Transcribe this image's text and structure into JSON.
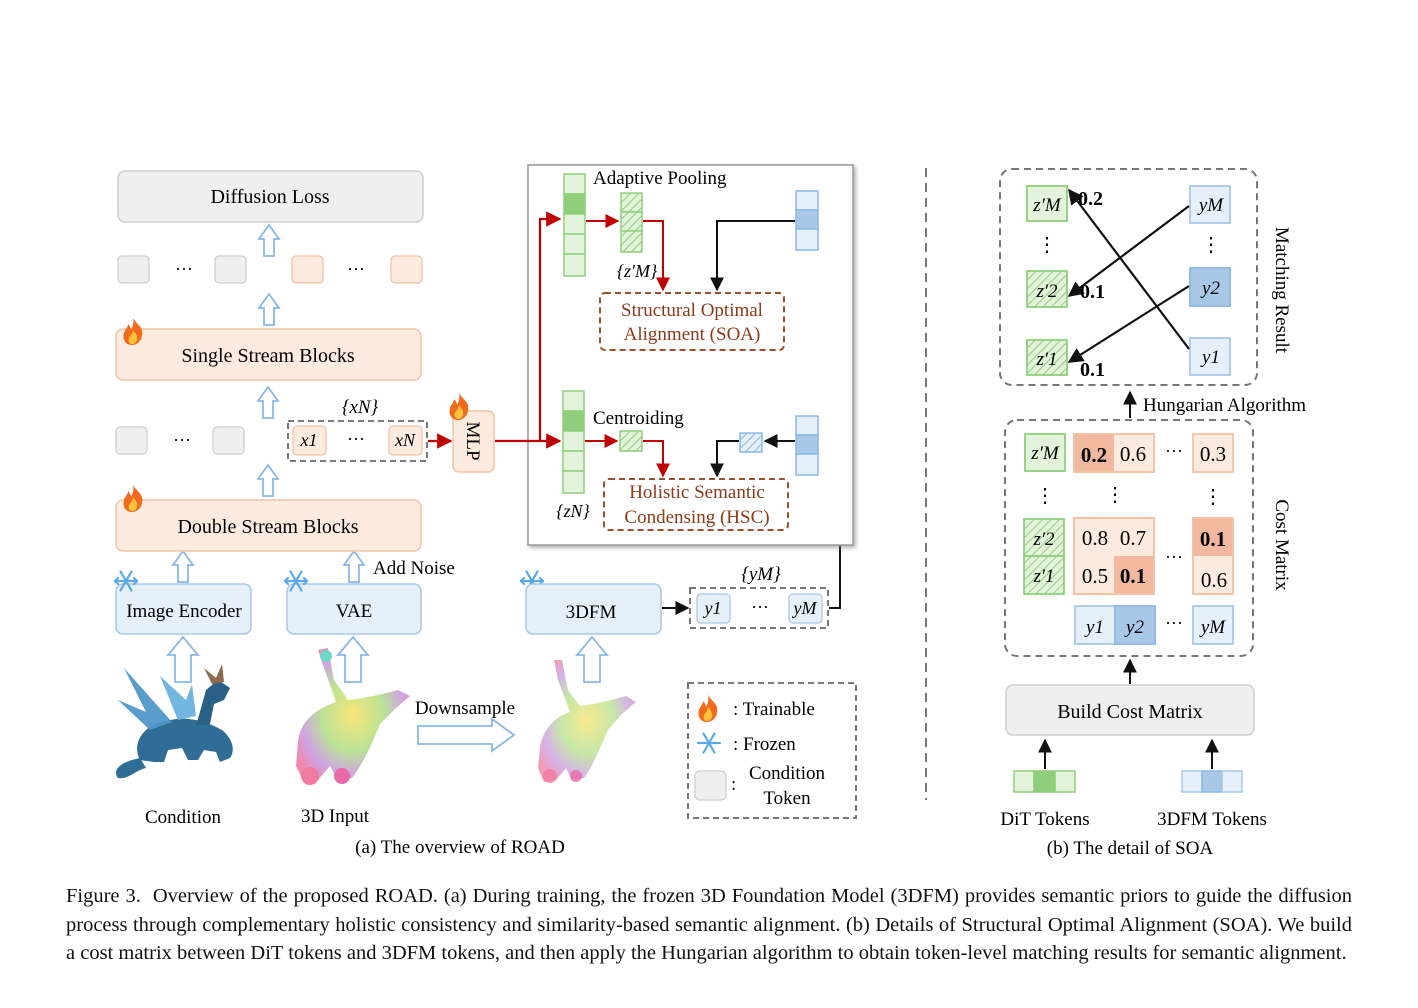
{
  "panel_a": {
    "caption": "(a) The overview of ROAD",
    "diffusion_loss": "Diffusion Loss",
    "single_stream": "Single Stream Blocks",
    "double_stream": "Double Stream Blocks",
    "image_encoder": "Image Encoder",
    "vae": "VAE",
    "add_noise": "Add Noise",
    "mlp": "MLP",
    "xn_set": "{xN}",
    "x1": "x1",
    "xN": "xN",
    "ellipsis": "···",
    "tdfm": "3DFM",
    "ym_set": "{yM}",
    "y1": "y1",
    "yM": "yM",
    "condition": "Condition",
    "input_3d": "3D Input",
    "downsample": "Downsample",
    "adaptive_pooling": "Adaptive Pooling",
    "zm_set": "{z′M}",
    "zn_set": "{zN}",
    "centroiding": "Centroiding",
    "soa_line1": "Structural Optimal",
    "soa_line2": "Alignment (SOA)",
    "hsc_line1": "Holistic Semantic",
    "hsc_line2": "Condensing (HSC)",
    "legend": {
      "trainable": ": Trainable",
      "frozen": ":  Frozen",
      "condition_line1": "Condition",
      "condition_line2": "Token",
      "colon": ":"
    }
  },
  "panel_b": {
    "caption": "(b) The detail of SOA",
    "matching_result": "Matching Result",
    "hungarian": "Hungarian Algorithm",
    "cost_matrix": "Cost Matrix",
    "build_cost_matrix": "Build Cost Matrix",
    "dit_tokens": "DiT Tokens",
    "tdfm_tokens": "3DFM Tokens",
    "match": {
      "zM": "z′M",
      "z2": "z′2",
      "z1": "z′1",
      "yM": "yM",
      "y2": "y2",
      "y1": "y1",
      "w1": "0.2",
      "w2": "0.1",
      "w3": "0.1",
      "vdots": "⋮"
    },
    "cost": {
      "zM": "z′M",
      "z2": "z′2",
      "z1": "z′1",
      "y1": "y1",
      "y2": "y2",
      "yM": "yM",
      "row_top": [
        "0.2",
        "0.6",
        "0.3"
      ],
      "row_z2": [
        "0.8",
        "0.7",
        "0.1"
      ],
      "row_z1": [
        "0.5",
        "0.1",
        "0.6"
      ],
      "ellipsis": "···",
      "vdots": "⋮"
    }
  },
  "caption": {
    "label": "Figure 3.",
    "text": "Overview of the proposed ROAD. (a) During training, the frozen 3D Foundation Model (3DFM) provides semantic priors to guide the diffusion process through complementary holistic consistency and similarity-based semantic alignment. (b) Details of Structural Optimal Alignment (SOA). We build a cost matrix between DiT tokens and 3DFM tokens, and then apply the Hungarian algorithm to obtain token-level matching results for semantic alignment."
  },
  "colors": {
    "orange_fill": "#fdebe0",
    "orange_stroke": "#f3c4a6",
    "blue_fill": "#e6f0fa",
    "blue_stroke": "#a9c8e8",
    "green_fill": "#e4f3dc",
    "green_stroke": "#8fcf7c",
    "red_arrow": "#c00000",
    "brown_dash": "#9b4f2e",
    "cell_highlight": "#f3b9a0"
  },
  "icons": [
    "fire-icon",
    "snowflake-icon",
    "dragon-image",
    "point-cloud-image"
  ]
}
